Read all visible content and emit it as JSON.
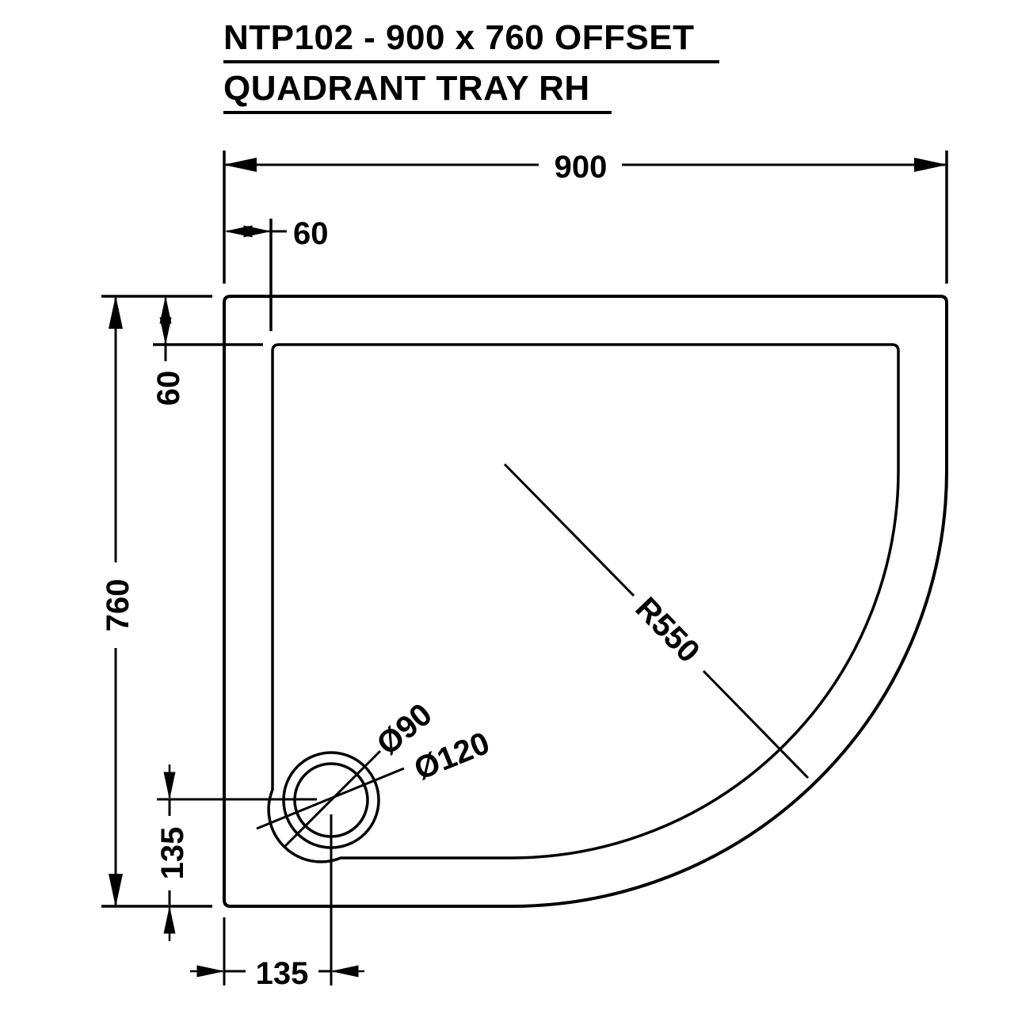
{
  "title": {
    "line1": "NTP102 - 900 x 760 OFFSET",
    "line2": "QUADRANT TRAY RH"
  },
  "dimensions": {
    "width": "900",
    "depth": "760",
    "rim_side": "60",
    "rim_top": "60",
    "waste_from_left": "135",
    "waste_from_bottom": "135",
    "radius": "R550",
    "waste_inner_diameter": "Ø90",
    "waste_outer_diameter": "Ø120"
  },
  "colors": {
    "line": "#000000",
    "background": "#ffffff"
  }
}
